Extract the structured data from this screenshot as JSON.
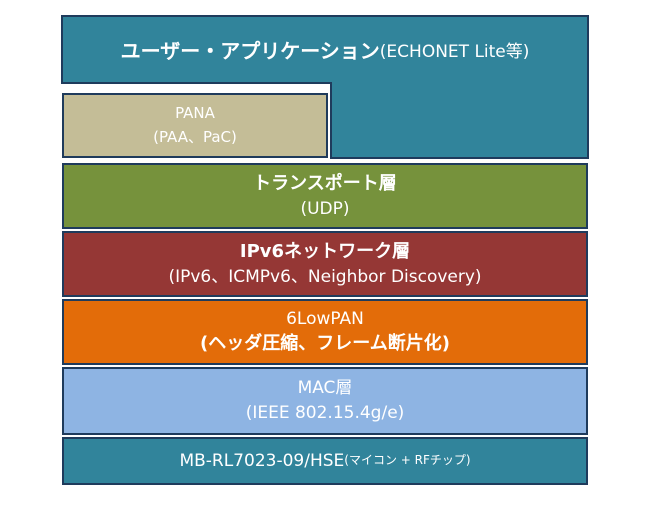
{
  "layers": {
    "application": {
      "main_label": "ユーザー・アプリケーション",
      "sub_label": "(ECHONET Lite等)",
      "color": "#31849b"
    },
    "pana": {
      "line1": "PANA",
      "line2": "(PAA、PaC)",
      "color": "#c4bd97"
    },
    "transport": {
      "line1": "トランスポート層",
      "line2": "(UDP)",
      "color": "#76923c"
    },
    "network": {
      "line1": "IPv6ネットワーク層",
      "line2": "(IPv6、ICMPv6、Neighbor Discovery)",
      "color": "#953735"
    },
    "lowpan": {
      "line1": "6LowPAN",
      "line2": "(ヘッダ圧縮、フレーム断片化)",
      "color": "#e36c09"
    },
    "mac": {
      "line1": "MAC層",
      "line2": "(IEEE 802.15.4g/e)",
      "color": "#8eb4e3"
    },
    "chip": {
      "main_label": "MB-RL7023-09/HSE",
      "sub_label": "(マイコン + RFチップ)",
      "color": "#31849b"
    }
  }
}
